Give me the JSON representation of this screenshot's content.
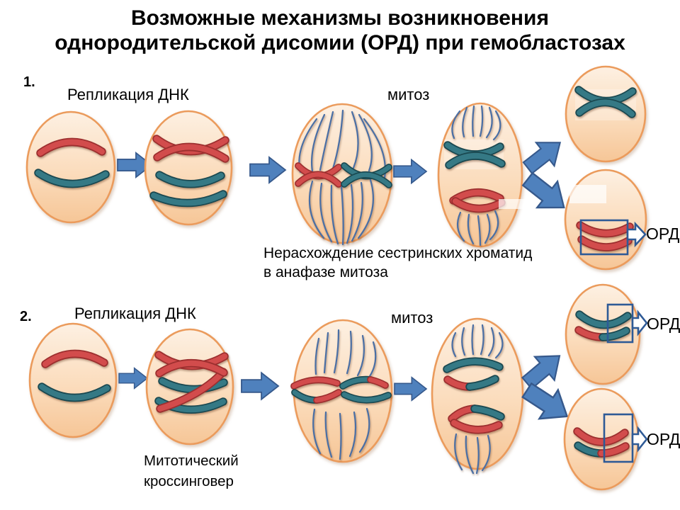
{
  "title": {
    "line1": "Возможные механизмы возникновения",
    "line2": "однородительской дисомии (ОРД) при гемобластозах"
  },
  "mechanism1": {
    "number": "1.",
    "label_replication": "Репликация ДНК",
    "label_mitosis": "митоз",
    "caption_line1": "Нерасхождение сестринских хроматид",
    "caption_line2": "в анафазе митоза",
    "upd_label": "ОРД"
  },
  "mechanism2": {
    "number": "2.",
    "label_replication": "Репликация ДНК",
    "label_mitosis": "митоз",
    "caption_line1": "Митотический",
    "caption_line2": "кроссинговер",
    "upd_label_top": "ОРД",
    "upd_label_bottom": "ОРД"
  },
  "colors": {
    "cell_fill_top": "#fdf0e2",
    "cell_fill_bottom": "#f6c697",
    "cell_border": "#eb9b5c",
    "chromosome_red": "#d24c4c",
    "chromosome_teal": "#357985",
    "spindle_fiber": "#4a6fa5",
    "arrow_blue": "#4f81bd",
    "callout_blue": "#2e5a96"
  }
}
